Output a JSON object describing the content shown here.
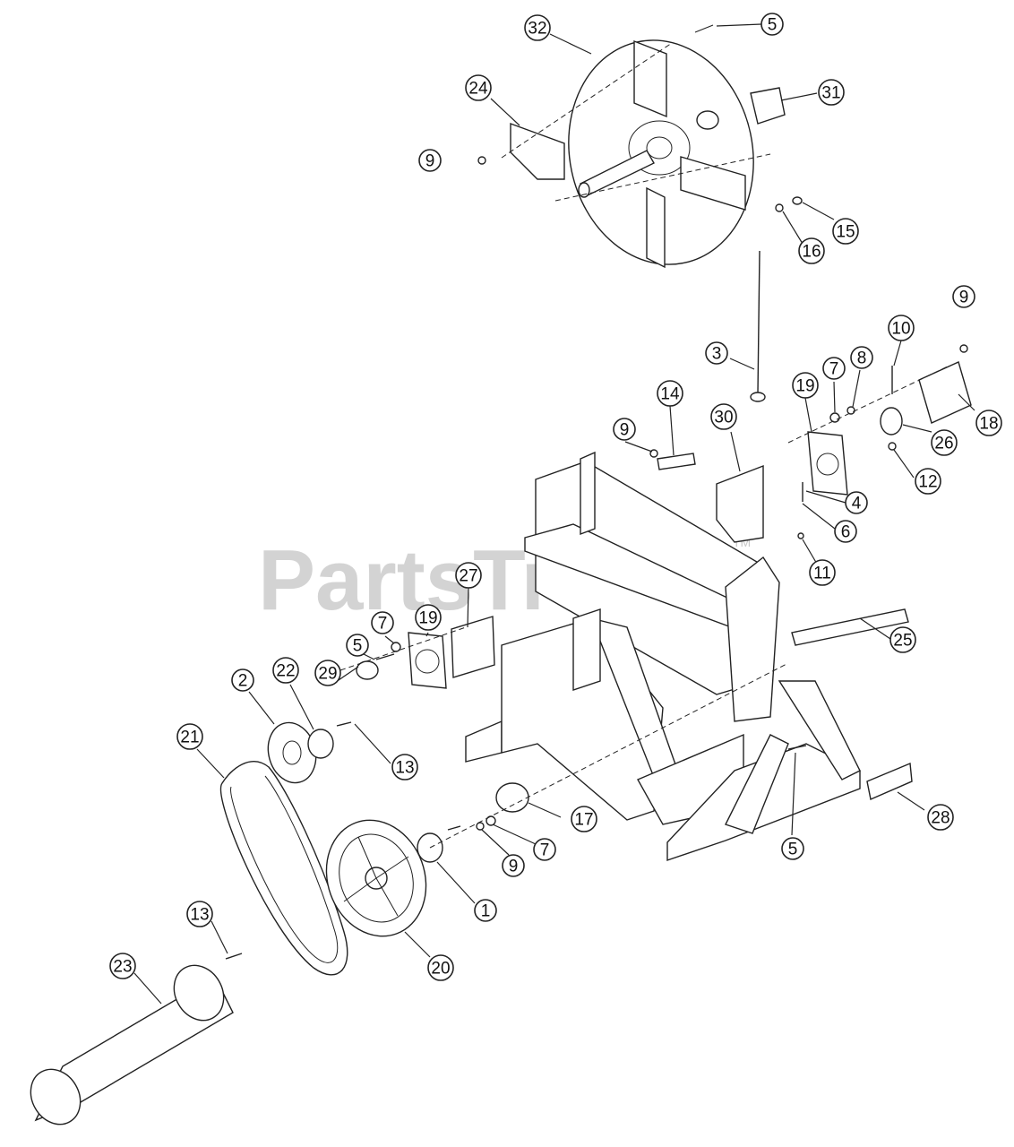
{
  "watermark": {
    "brand": "PartsTree",
    "trademark": "TM"
  },
  "callouts": [
    {
      "id": "c32",
      "label": "32"
    },
    {
      "id": "c5a",
      "label": "5"
    },
    {
      "id": "c24",
      "label": "24"
    },
    {
      "id": "c31",
      "label": "31"
    },
    {
      "id": "c9a",
      "label": "9"
    },
    {
      "id": "c15",
      "label": "15"
    },
    {
      "id": "c16",
      "label": "16"
    },
    {
      "id": "c9b",
      "label": "9"
    },
    {
      "id": "c10",
      "label": "10"
    },
    {
      "id": "c3",
      "label": "3"
    },
    {
      "id": "c7a",
      "label": "7"
    },
    {
      "id": "c8",
      "label": "8"
    },
    {
      "id": "c19a",
      "label": "19"
    },
    {
      "id": "c14",
      "label": "14"
    },
    {
      "id": "c30",
      "label": "30"
    },
    {
      "id": "c9c",
      "label": "9"
    },
    {
      "id": "c18",
      "label": "18"
    },
    {
      "id": "c26",
      "label": "26"
    },
    {
      "id": "c12",
      "label": "12"
    },
    {
      "id": "c4",
      "label": "4"
    },
    {
      "id": "c6",
      "label": "6"
    },
    {
      "id": "c11",
      "label": "11"
    },
    {
      "id": "c25",
      "label": "25"
    },
    {
      "id": "c27",
      "label": "27"
    },
    {
      "id": "c7b",
      "label": "7"
    },
    {
      "id": "c19b",
      "label": "19"
    },
    {
      "id": "c5b",
      "label": "5"
    },
    {
      "id": "c29",
      "label": "29"
    },
    {
      "id": "c2",
      "label": "2"
    },
    {
      "id": "c22",
      "label": "22"
    },
    {
      "id": "c21",
      "label": "21"
    },
    {
      "id": "c13a",
      "label": "13"
    },
    {
      "id": "c17",
      "label": "17"
    },
    {
      "id": "c28",
      "label": "28"
    },
    {
      "id": "c7c",
      "label": "7"
    },
    {
      "id": "c9d",
      "label": "9"
    },
    {
      "id": "c1",
      "label": "1"
    },
    {
      "id": "c5c",
      "label": "5"
    },
    {
      "id": "c13b",
      "label": "13"
    },
    {
      "id": "c20",
      "label": "20"
    },
    {
      "id": "c23",
      "label": "23"
    }
  ]
}
